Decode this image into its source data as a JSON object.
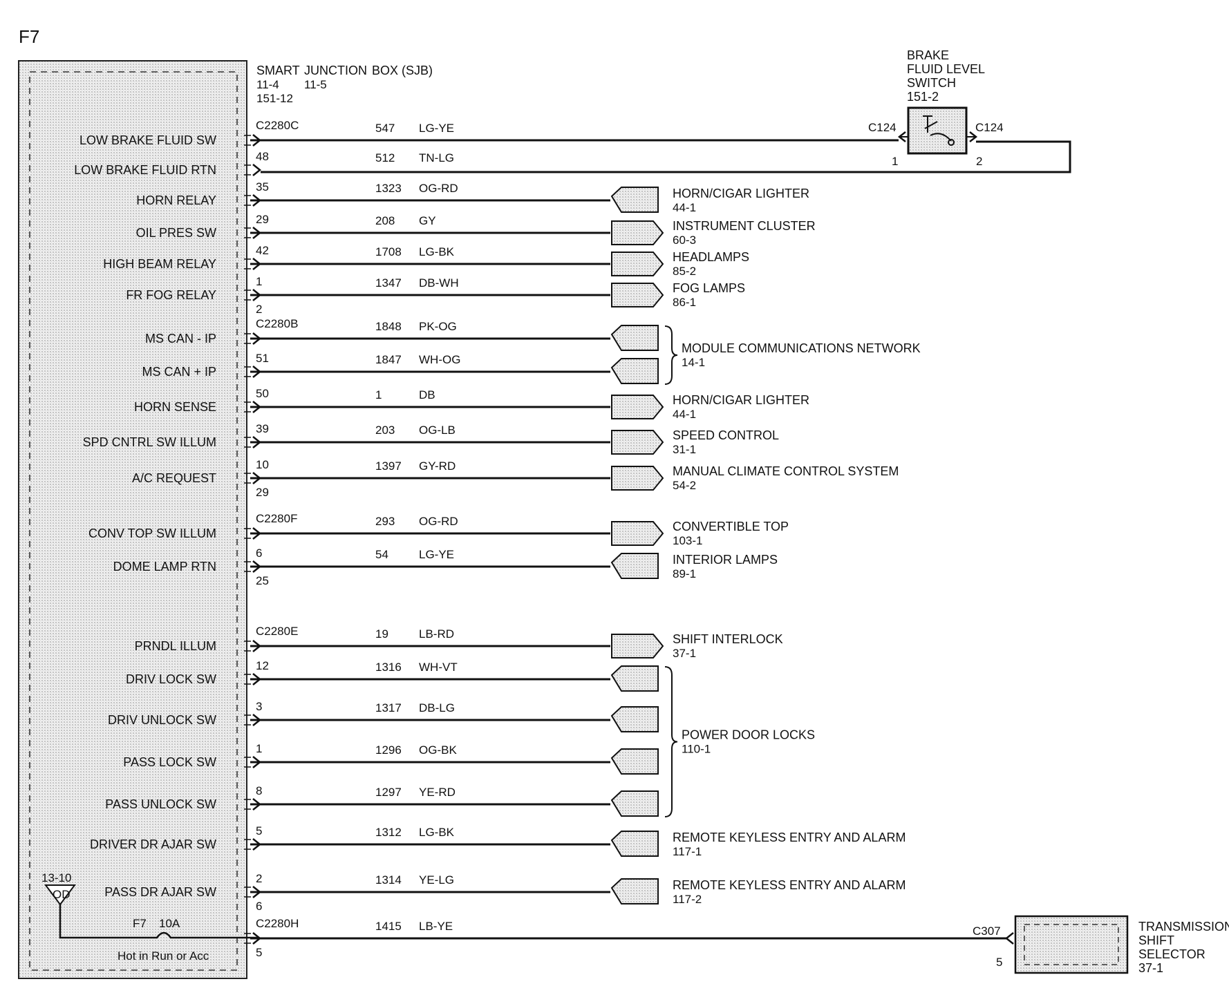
{
  "page_id": "F7",
  "sjb": {
    "title_words": [
      "SMART",
      "JUNCTION",
      "BOX (SJB)"
    ],
    "refs_left": [
      "11-4",
      "151-12"
    ],
    "ref_right": "11-5"
  },
  "brake_switch": {
    "lines": [
      "BRAKE",
      "FLUID LEVEL",
      "SWITCH",
      "151-2"
    ],
    "conn_left": "C124",
    "conn_right": "C124",
    "pin_left": "1",
    "pin_right": "2"
  },
  "fuse": {
    "ref": "13-10",
    "symbol": "OD",
    "name": "F7",
    "rating": "10A",
    "note": "Hot in Run or Acc"
  },
  "wires": [
    {
      "label": "LOW BRAKE FLUID SW",
      "conn": "C2280C",
      "pin": "",
      "circuit": "547",
      "color": "LG-YE",
      "end": "brake"
    },
    {
      "label": "LOW BRAKE FLUID RTN",
      "conn": "",
      "pin": "48",
      "circuit": "512",
      "color": "TN-LG",
      "end": "brake-return"
    },
    {
      "label": "HORN RELAY",
      "conn": "",
      "pin": "35",
      "circuit": "1323",
      "color": "OG-RD",
      "end": "in"
    },
    {
      "label": "OIL PRES SW",
      "conn": "",
      "pin": "29",
      "circuit": "208",
      "color": "GY",
      "end": "out"
    },
    {
      "label": "HIGH BEAM RELAY",
      "conn": "",
      "pin": "42",
      "circuit": "1708",
      "color": "LG-BK",
      "end": "out"
    },
    {
      "label": "FR FOG RELAY",
      "conn": "",
      "pin": "1",
      "circuit": "1347",
      "color": "DB-WH",
      "end": "out",
      "pin_after": "2"
    },
    {
      "label": "MS CAN - IP",
      "conn": "C2280B",
      "pin": "",
      "circuit": "1848",
      "color": "PK-OG",
      "end": "in"
    },
    {
      "label": "MS CAN + IP",
      "conn": "",
      "pin": "51",
      "circuit": "1847",
      "color": "WH-OG",
      "end": "in"
    },
    {
      "label": "HORN SENSE",
      "conn": "",
      "pin": "50",
      "circuit": "1",
      "color": "DB",
      "end": "out"
    },
    {
      "label": "SPD CNTRL SW ILLUM",
      "conn": "",
      "pin": "39",
      "circuit": "203",
      "color": "OG-LB",
      "end": "out"
    },
    {
      "label": "A/C REQUEST",
      "conn": "",
      "pin": "10",
      "circuit": "1397",
      "color": "GY-RD",
      "end": "out",
      "pin_after": "29"
    },
    {
      "label": "CONV TOP SW ILLUM",
      "conn": "C2280F",
      "pin": "",
      "circuit": "293",
      "color": "OG-RD",
      "end": "out"
    },
    {
      "label": "DOME LAMP RTN",
      "conn": "",
      "pin": "6",
      "circuit": "54",
      "color": "LG-YE",
      "end": "in",
      "pin_after": "25"
    },
    {
      "label": "PRNDL ILLUM",
      "conn": "C2280E",
      "pin": "",
      "circuit": "19",
      "color": "LB-RD",
      "end": "out"
    },
    {
      "label": "DRIV LOCK SW",
      "conn": "",
      "pin": "12",
      "circuit": "1316",
      "color": "WH-VT",
      "end": "in"
    },
    {
      "label": "DRIV UNLOCK SW",
      "conn": "",
      "pin": "3",
      "circuit": "1317",
      "color": "DB-LG",
      "end": "in"
    },
    {
      "label": "PASS LOCK SW",
      "conn": "",
      "pin": "1",
      "circuit": "1296",
      "color": "OG-BK",
      "end": "in"
    },
    {
      "label": "PASS UNLOCK SW",
      "conn": "",
      "pin": "8",
      "circuit": "1297",
      "color": "YE-RD",
      "end": "in"
    },
    {
      "label": "DRIVER DR AJAR SW",
      "conn": "",
      "pin": "5",
      "circuit": "1312",
      "color": "LG-BK",
      "end": "in"
    },
    {
      "label": "PASS DR AJAR SW",
      "conn": "",
      "pin": "2",
      "circuit": "1314",
      "color": "YE-LG",
      "end": "in",
      "pin_after": "6"
    },
    {
      "label": "",
      "conn": "C2280H",
      "pin": "",
      "circuit": "1415",
      "color": "LB-YE",
      "end": "trans",
      "pin_after": "5"
    }
  ],
  "destinations": [
    {
      "name": "HORN/CIGAR LIGHTER",
      "ref": "44-1",
      "wire": 2
    },
    {
      "name": "INSTRUMENT CLUSTER",
      "ref": "60-3",
      "wire": 3
    },
    {
      "name": "HEADLAMPS",
      "ref": "85-2",
      "wire": 4
    },
    {
      "name": "FOG LAMPS",
      "ref": "86-1",
      "wire": 5
    },
    {
      "name": "MODULE COMMUNICATIONS NETWORK",
      "ref": "14-1",
      "wire": 6,
      "span": 2
    },
    {
      "name": "HORN/CIGAR LIGHTER",
      "ref": "44-1",
      "wire": 8
    },
    {
      "name": "SPEED CONTROL",
      "ref": "31-1",
      "wire": 9
    },
    {
      "name": "MANUAL CLIMATE CONTROL SYSTEM",
      "ref": "54-2",
      "wire": 10
    },
    {
      "name": "CONVERTIBLE TOP",
      "ref": "103-1",
      "wire": 11
    },
    {
      "name": "INTERIOR LAMPS",
      "ref": "89-1",
      "wire": 12
    },
    {
      "name": "SHIFT INTERLOCK",
      "ref": "37-1",
      "wire": 13
    },
    {
      "name": "POWER DOOR LOCKS",
      "ref": "110-1",
      "wire": 14,
      "span": 4
    },
    {
      "name": "REMOTE KEYLESS ENTRY AND ALARM",
      "ref": "117-1",
      "wire": 18
    },
    {
      "name": "REMOTE KEYLESS ENTRY AND ALARM",
      "ref": "117-2",
      "wire": 19
    }
  ],
  "trans_selector": {
    "conn": "C307",
    "pin": "5",
    "lines": [
      "TRANSMISSION",
      "SHIFT",
      "SELECTOR",
      "37-1"
    ]
  }
}
